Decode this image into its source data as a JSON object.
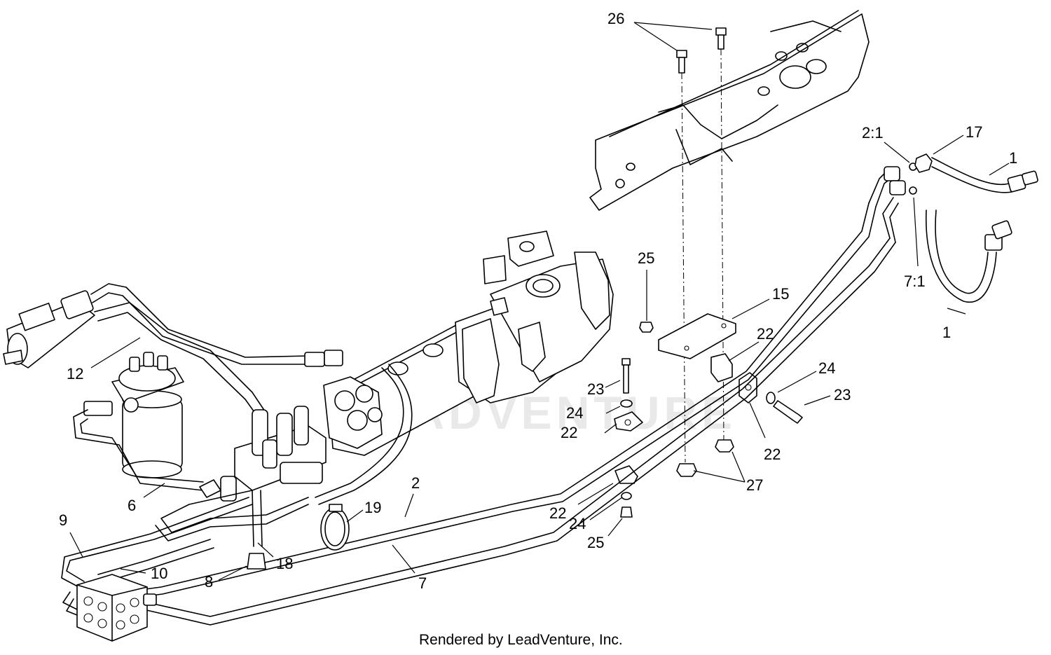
{
  "watermark": "LEADVENTURE",
  "credit": "Rendered by LeadVenture, Inc.",
  "callouts": [
    {
      "id": "c26",
      "label": "26"
    },
    {
      "id": "c2-1",
      "label": "2:1"
    },
    {
      "id": "c17",
      "label": "17"
    },
    {
      "id": "c1-top",
      "label": "1"
    },
    {
      "id": "c7-1",
      "label": "7:1"
    },
    {
      "id": "c1-bottom",
      "label": "1"
    },
    {
      "id": "c25-top",
      "label": "25"
    },
    {
      "id": "c15",
      "label": "15"
    },
    {
      "id": "c22-a",
      "label": "22"
    },
    {
      "id": "c24-a",
      "label": "24"
    },
    {
      "id": "c23-a",
      "label": "23"
    },
    {
      "id": "c22-b",
      "label": "22"
    },
    {
      "id": "c27",
      "label": "27"
    },
    {
      "id": "c23-b",
      "label": "23"
    },
    {
      "id": "c24-b",
      "label": "24"
    },
    {
      "id": "c22-c",
      "label": "22"
    },
    {
      "id": "c22-d",
      "label": "22"
    },
    {
      "id": "c24-c",
      "label": "24"
    },
    {
      "id": "c25-bottom",
      "label": "25"
    },
    {
      "id": "c12",
      "label": "12"
    },
    {
      "id": "c6",
      "label": "6"
    },
    {
      "id": "c9",
      "label": "9"
    },
    {
      "id": "c10",
      "label": "10"
    },
    {
      "id": "c8",
      "label": "8"
    },
    {
      "id": "c18",
      "label": "18"
    },
    {
      "id": "c19",
      "label": "19"
    },
    {
      "id": "c2",
      "label": "2"
    },
    {
      "id": "c7",
      "label": "7"
    }
  ]
}
